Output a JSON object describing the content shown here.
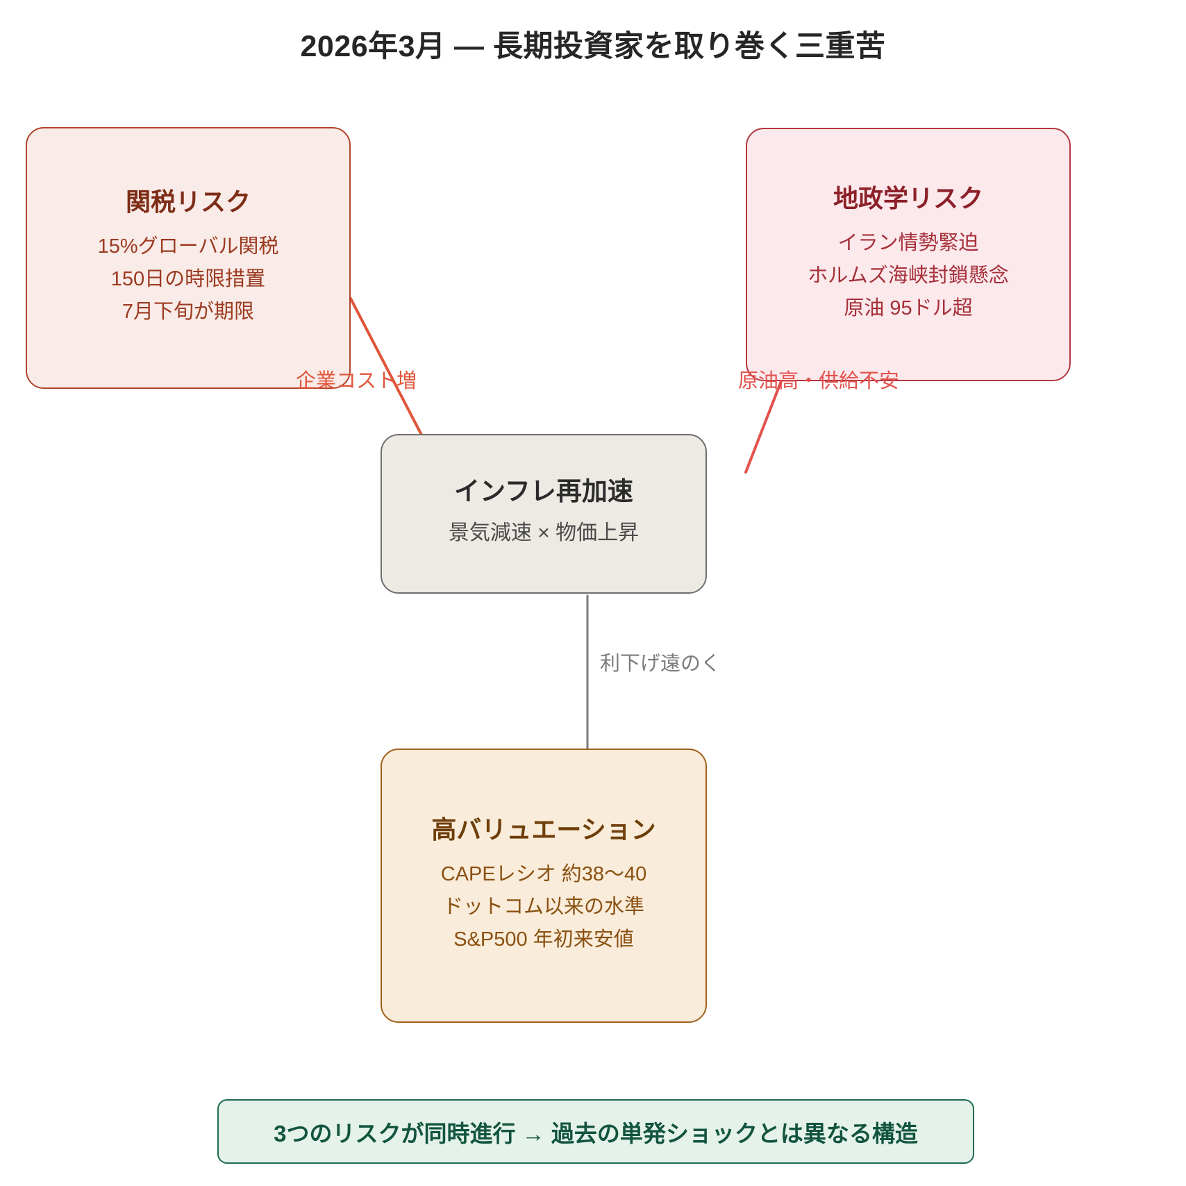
{
  "diagram": {
    "title": "2026年3月 — 長期投資家を取り巻く三重苦",
    "background_color": "#ffffff",
    "nodes": [
      {
        "id": "tariff",
        "title": "関税リスク",
        "lines": [
          "15%グローバル関税",
          "150日の時限措置",
          "7月下旬が期限"
        ],
        "fill": "#f9ebe8",
        "border": "#b1442b",
        "text": "#9c3a20"
      },
      {
        "id": "geo",
        "title": "地政学リスク",
        "lines": [
          "イラン情勢緊迫",
          "ホルムズ海峡封鎖懸念",
          "原油 95ドル超"
        ],
        "fill": "#fbe9ec",
        "border": "#b4373f",
        "text": "#a6303a"
      },
      {
        "id": "inflation",
        "title": "インフレ再加速",
        "lines": [
          "景気減速 × 物価上昇"
        ],
        "fill": "#edeae4",
        "border": "#6f6f6f",
        "text": "#3f3f3f"
      },
      {
        "id": "valuation",
        "title": "高バリュエーション",
        "lines": [
          "CAPEレシオ 約38〜40",
          "ドットコム以来の水準",
          "S&P500 年初来安値"
        ],
        "fill": "#f9ecda",
        "border": "#a0601b",
        "text": "#8a5112"
      }
    ],
    "edges": [
      {
        "id": "tariff-to-inflation",
        "label": "企業コスト増",
        "color": "#e0553a"
      },
      {
        "id": "geo-to-inflation",
        "label": "原油高・供給不安",
        "color": "#e2524e"
      },
      {
        "id": "inflation-to-valuation",
        "label": "利下げ遠のく",
        "color": "#7b7b7b"
      }
    ],
    "conclusion": {
      "text": "3つのリスクが同時進行 → 過去の単発ショックとは異なる構造",
      "fill": "#e4f2ea",
      "border": "#1d6b52",
      "text_color": "#12543f"
    }
  }
}
